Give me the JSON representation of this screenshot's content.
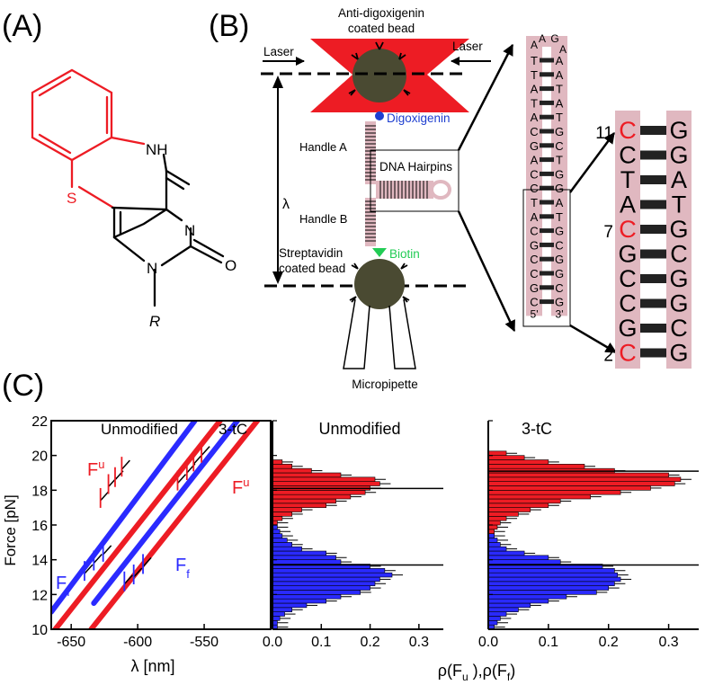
{
  "panels": {
    "a": "(A)",
    "b": "(B)",
    "c": "(C)"
  },
  "molecule": {
    "nh": "NH",
    "s": "S",
    "n_ring": "N",
    "n_r": "N",
    "o": "O",
    "r": "R"
  },
  "tweezers": {
    "bead_top": [
      "Anti-digoxigenin",
      "coated bead"
    ],
    "laser_left": "Laser",
    "laser_right": "Laser",
    "digoxigenin": "Digoxigenin",
    "handle_a": "Handle A",
    "handle_b": "Handle B",
    "hairpins": "DNA Hairpins",
    "lambda": "λ",
    "biotin": "Biotin",
    "bead_bottom": [
      "Streptavidin",
      "coated bead"
    ],
    "micropipette": "Micropipette"
  },
  "hairpin_seq": {
    "loop": [
      "A",
      "A",
      "G",
      "A"
    ],
    "left": [
      "T",
      "T",
      "A",
      "T",
      "A",
      "C",
      "G",
      "A",
      "C",
      "C",
      "T",
      "A",
      "C",
      "G",
      "C",
      "C",
      "G",
      "C"
    ],
    "right": [
      "A",
      "A",
      "T",
      "A",
      "T",
      "G",
      "C",
      "T",
      "G",
      "G",
      "A",
      "T",
      "G",
      "C",
      "G",
      "G",
      "C",
      "G"
    ],
    "end_left": "5'",
    "end_right": "3'"
  },
  "zoom": {
    "pairs": [
      [
        "C",
        "G"
      ],
      [
        "C",
        "G"
      ],
      [
        "T",
        "A"
      ],
      [
        "A",
        "T"
      ],
      [
        "C",
        "G"
      ],
      [
        "G",
        "C"
      ],
      [
        "C",
        "G"
      ],
      [
        "C",
        "G"
      ],
      [
        "G",
        "C"
      ],
      [
        "C",
        "G"
      ]
    ],
    "highlight_left": [
      0,
      4,
      9
    ],
    "numbers": [
      {
        "text": "11",
        "row": 0
      },
      {
        "text": "7",
        "row": 4
      },
      {
        "text": "2",
        "row": 9
      }
    ]
  },
  "colors": {
    "red": "#ed1c24",
    "blue": "#2a2aff",
    "bead": "#4a4a32",
    "pink": "#e0b8c0",
    "green": "#22cc55",
    "dig": "#1e3fd0"
  },
  "chart_data": [
    {
      "type": "line",
      "ylabel": "Force [pN]",
      "xlabel": "λ [nm]",
      "xlim": [
        -665,
        -500
      ],
      "ylim": [
        10,
        22
      ],
      "xticks": [
        "-650",
        "-600",
        "-550"
      ],
      "yticks": [
        "10",
        "12",
        "14",
        "16",
        "18",
        "20",
        "22"
      ],
      "annotations": {
        "unmodified": "Unmodified",
        "tc": "3-tC",
        "fu_main": "F",
        "fu_sub": "u",
        "ff_main": "F",
        "ff_sub": "f"
      },
      "series": [
        {
          "color": "#ed1c24",
          "lines": [
            [
              -662,
              10.0,
              -538,
              22.0
            ],
            [
              -635,
              10.0,
              -510,
              22.0
            ]
          ]
        },
        {
          "color": "#2a2aff",
          "lines": [
            [
              -665,
              11.0,
              -557,
              22.0
            ],
            [
              -633,
              11.5,
              -525,
              22.0
            ]
          ]
        }
      ]
    },
    {
      "type": "bar",
      "title": "Unmodified",
      "xlim": [
        0,
        0.35
      ],
      "xticks": [
        "0.0",
        "0.1",
        "0.2",
        "0.3"
      ],
      "bins_lo": [
        10.0,
        10.25,
        10.5,
        10.75,
        11.0,
        11.25,
        11.5,
        11.75,
        12.0,
        12.25,
        12.5,
        12.75,
        13.0,
        13.25,
        13.5,
        13.75,
        14.0,
        14.25,
        14.5,
        14.75,
        15.0,
        15.25,
        15.5,
        15.75,
        16.0,
        16.25,
        16.5,
        16.75,
        17.0,
        17.25,
        17.5,
        17.75,
        18.0,
        18.25,
        18.5,
        18.75,
        19.0,
        19.25,
        19.5
      ],
      "blue": [
        0.01,
        0.01,
        0.015,
        0.025,
        0.04,
        0.07,
        0.11,
        0.14,
        0.18,
        0.2,
        0.21,
        0.22,
        0.245,
        0.23,
        0.2,
        0.14,
        0.13,
        0.11,
        0.06,
        0.04,
        0.03,
        0.02,
        0.015,
        0.01,
        0,
        0,
        0,
        0,
        0,
        0,
        0,
        0,
        0,
        0,
        0,
        0,
        0,
        0,
        0
      ],
      "red": [
        0,
        0,
        0,
        0,
        0,
        0,
        0,
        0,
        0,
        0,
        0,
        0,
        0,
        0,
        0,
        0,
        0,
        0,
        0,
        0,
        0,
        0,
        0,
        0,
        0.01,
        0.02,
        0.04,
        0.06,
        0.11,
        0.13,
        0.16,
        0.19,
        0.2,
        0.22,
        0.21,
        0.14,
        0.08,
        0.04,
        0.02
      ],
      "mean_red": 18.1,
      "mean_blue": 13.7
    },
    {
      "type": "bar",
      "title": "3-tC",
      "xlabel": "ρ(F_u ),ρ(F_f)",
      "xlabel_parts": [
        "ρ(F",
        "u",
        " ),ρ(F",
        "f",
        ")"
      ],
      "xlim": [
        0,
        0.35
      ],
      "xticks": [
        "0.0",
        "0.1",
        "0.2",
        "0.3"
      ],
      "bins_lo": [
        10.0,
        10.25,
        10.5,
        10.75,
        11.0,
        11.25,
        11.5,
        11.75,
        12.0,
        12.25,
        12.5,
        12.75,
        13.0,
        13.25,
        13.5,
        13.75,
        14.0,
        14.25,
        14.5,
        14.75,
        15.0,
        15.25,
        15.5,
        15.75,
        16.0,
        16.25,
        16.5,
        16.75,
        17.0,
        17.25,
        17.5,
        17.75,
        18.0,
        18.25,
        18.5,
        18.75,
        19.0,
        19.25,
        19.5,
        19.75,
        20.0
      ],
      "blue": [
        0.01,
        0.015,
        0.02,
        0.03,
        0.05,
        0.07,
        0.1,
        0.13,
        0.18,
        0.2,
        0.21,
        0.22,
        0.215,
        0.21,
        0.19,
        0.12,
        0.1,
        0.06,
        0.03,
        0.02,
        0.015,
        0.01,
        0,
        0,
        0,
        0,
        0,
        0,
        0,
        0,
        0,
        0,
        0,
        0,
        0,
        0,
        0,
        0,
        0,
        0,
        0
      ],
      "red": [
        0,
        0,
        0,
        0,
        0,
        0,
        0,
        0,
        0,
        0,
        0,
        0,
        0,
        0,
        0,
        0,
        0,
        0,
        0,
        0,
        0,
        0,
        0.01,
        0.015,
        0.02,
        0.03,
        0.05,
        0.07,
        0.1,
        0.12,
        0.17,
        0.22,
        0.27,
        0.31,
        0.32,
        0.3,
        0.21,
        0.16,
        0.1,
        0.06,
        0.03
      ],
      "mean_red": 19.1,
      "mean_blue": 13.7
    }
  ]
}
